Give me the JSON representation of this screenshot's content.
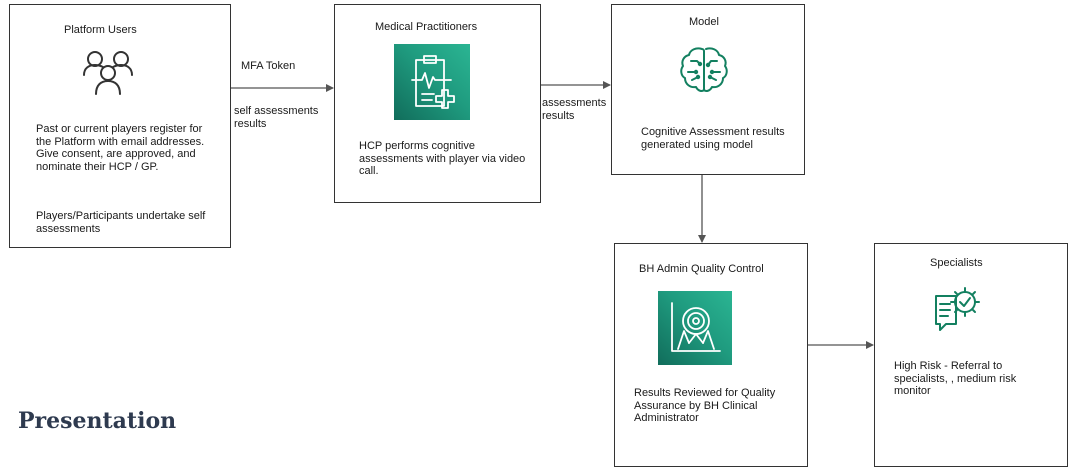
{
  "nodes": {
    "platform_users": {
      "title": "Platform Users",
      "icon": "users-icon",
      "text_1": "Past or current players register for the Platform with email addresses. Give consent, are approved, and nominate their HCP / GP.",
      "text_2": "Players/Participants undertake self assessments"
    },
    "medical_practitioners": {
      "title": "Medical Practitioners",
      "icon": "clipboard-health-icon",
      "text": "HCP performs cognitive assessments with player via video call."
    },
    "model": {
      "title": "Model",
      "icon": "brain-circuit-icon",
      "text": "Cognitive Assessment results generated using model"
    },
    "bh_admin": {
      "title": "BH Admin Quality Control",
      "icon": "quality-analysis-icon",
      "text": "Results Reviewed for Quality Assurance by BH Clinical Administrator"
    },
    "specialists": {
      "title": "Specialists",
      "icon": "specialist-review-icon",
      "text": "High Risk - Referral to specialists, , medium risk monitor"
    }
  },
  "edges": {
    "users_to_practitioners": {
      "label_top": "MFA Token",
      "label_bottom": "self assessments results"
    },
    "practitioners_to_model": {
      "label": "assessments results"
    }
  },
  "heading": "Presentation",
  "colors": {
    "icon_tile_dark": "#116d5b",
    "icon_tile_light": "#2bb593",
    "icon_line": "#138060",
    "arrow": "#555555",
    "heading": "#2e3a4f"
  }
}
